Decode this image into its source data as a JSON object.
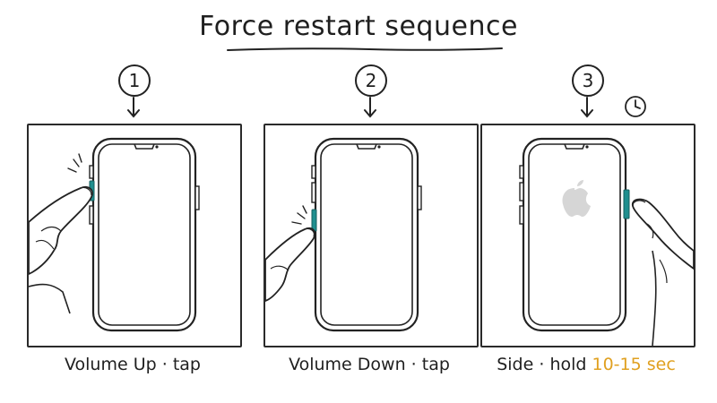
{
  "title": "Force restart sequence",
  "colors": {
    "accent": "#e0a020",
    "button_highlight": "#1f8f8f",
    "ink": "#222222"
  },
  "steps": [
    {
      "number": "1",
      "label": "Volume Up",
      "separator": "·",
      "action": "tap",
      "highlight": ""
    },
    {
      "number": "2",
      "label": "Volume Down",
      "separator": "·",
      "action": "tap",
      "highlight": ""
    },
    {
      "number": "3",
      "label": "Side",
      "separator": "·",
      "action": "hold",
      "highlight": "10-15 sec"
    }
  ],
  "icons": {
    "step1": [
      "down-arrow-icon",
      "finger-icon",
      "phone-icon"
    ],
    "step2": [
      "down-arrow-icon",
      "finger-icon",
      "phone-icon"
    ],
    "step3": [
      "down-arrow-icon",
      "clock-icon",
      "apple-logo-icon",
      "finger-icon",
      "phone-icon"
    ]
  }
}
